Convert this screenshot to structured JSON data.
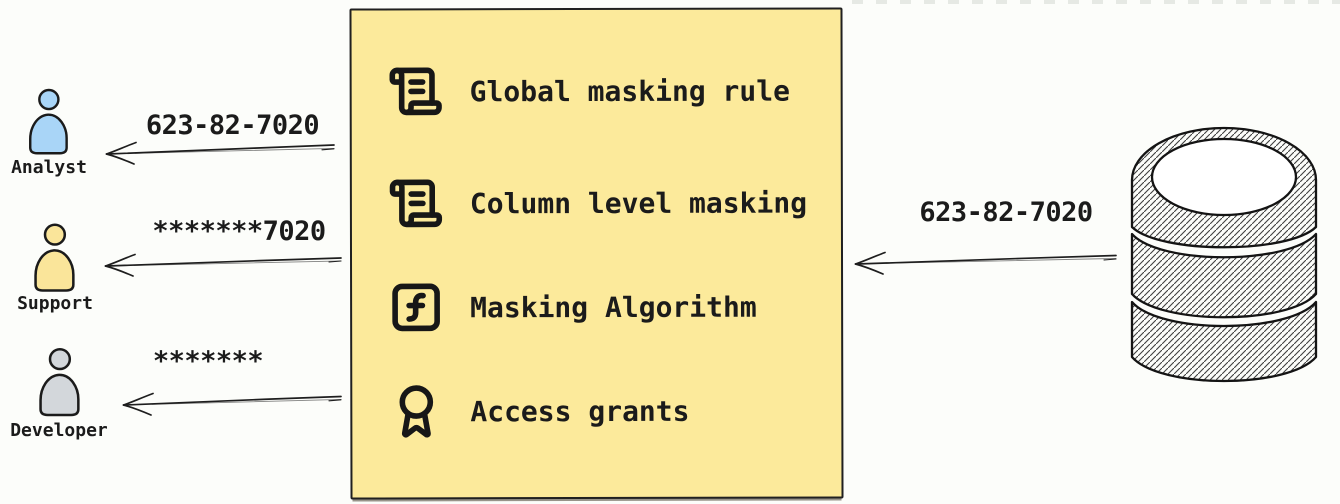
{
  "colors": {
    "background": "#fcfdfa",
    "ink": "#1b1b1b",
    "box_fill": "#fcea9b"
  },
  "source": {
    "icon": "database-icon",
    "outgoing_value": "623-82-7020"
  },
  "masking_box": {
    "items": [
      {
        "icon": "scroll-text-icon",
        "label": "Global masking rule"
      },
      {
        "icon": "scroll-text-icon",
        "label": "Column level masking"
      },
      {
        "icon": "function-square-icon",
        "label": "Masking Algorithm"
      },
      {
        "icon": "award-icon",
        "label": "Access grants"
      }
    ]
  },
  "personas": [
    {
      "icon": "person-icon",
      "label": "Analyst",
      "received_value": "623-82-7020",
      "fill": "#a9d5f7"
    },
    {
      "icon": "person-icon",
      "label": "Support",
      "received_value": "*******7020",
      "fill": "#fae59a"
    },
    {
      "icon": "person-icon",
      "label": "Developer",
      "received_value": "*******",
      "fill": "#d3d7db"
    }
  ]
}
